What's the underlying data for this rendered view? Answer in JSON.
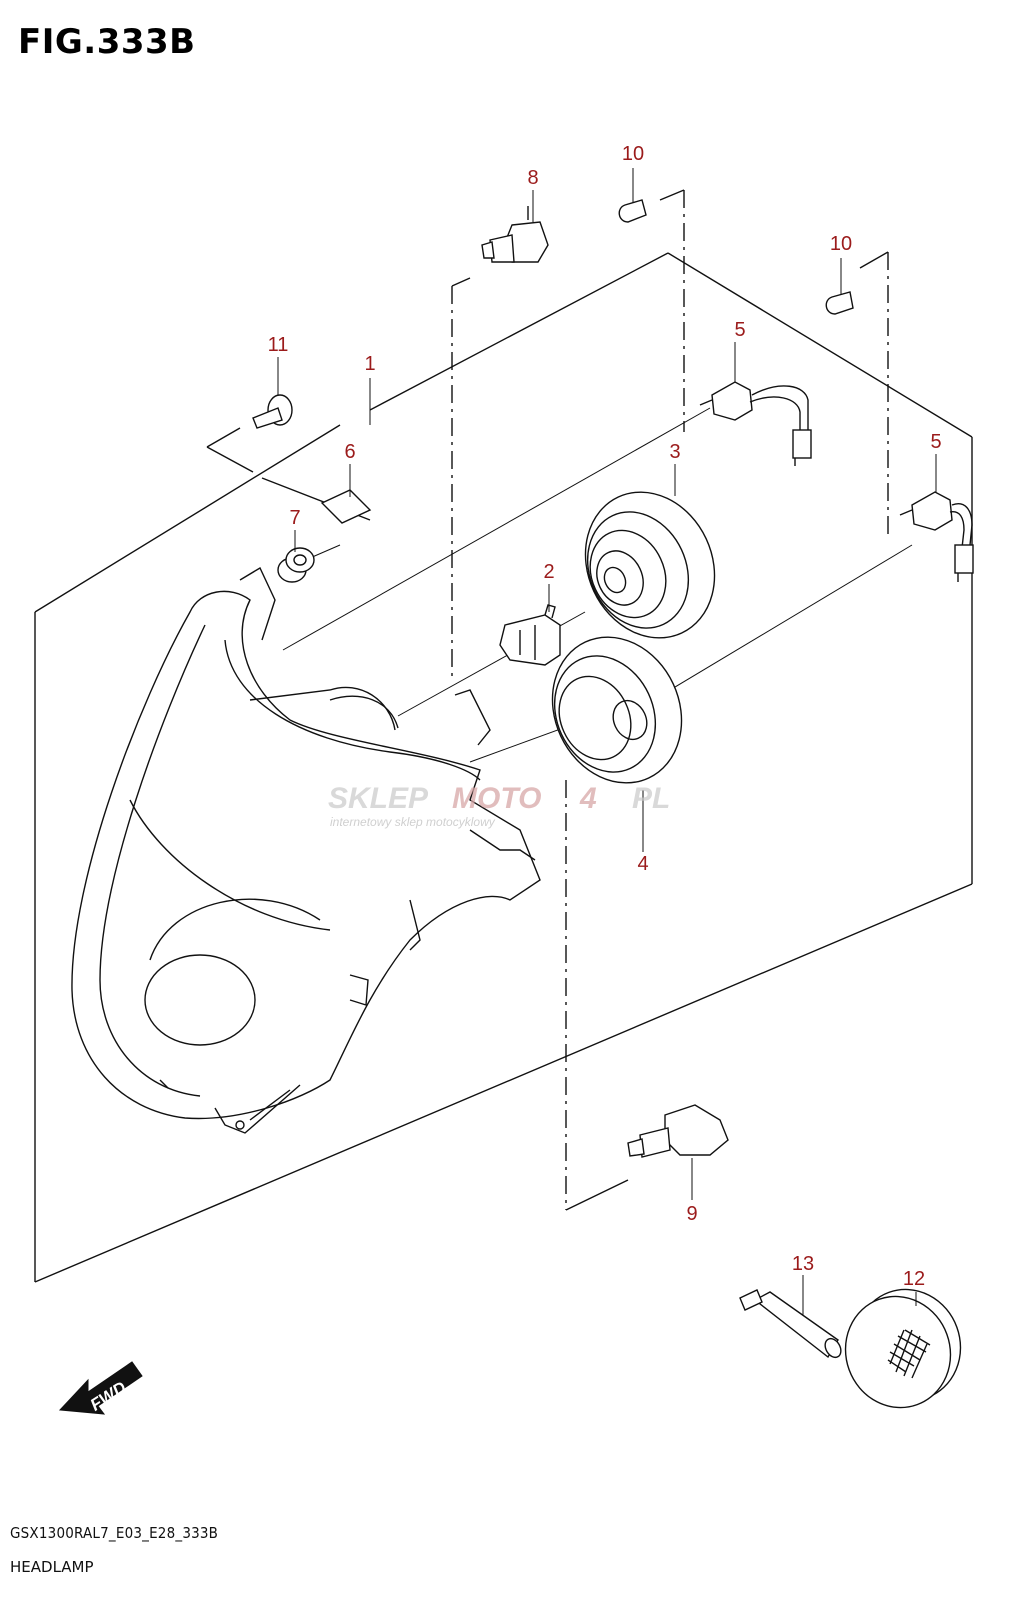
{
  "figure": {
    "title": "FIG.333B",
    "code": "GSX1300RAL7_E03_E28_333B",
    "name": "HEADLAMP"
  },
  "callouts": [
    "1",
    "2",
    "3",
    "4",
    "5",
    "5",
    "6",
    "7",
    "8",
    "9",
    "10",
    "10",
    "11",
    "12",
    "13"
  ],
  "direction_badge": "FWD",
  "watermark": {
    "brand_a": "SKLEP",
    "brand_b": "MOTO",
    "brand_c": "4",
    "brand_d": "PL",
    "tagline": "internetowy sklep motocyklowy"
  },
  "colors": {
    "callout": "#9b1b1b",
    "line": "#111111"
  }
}
